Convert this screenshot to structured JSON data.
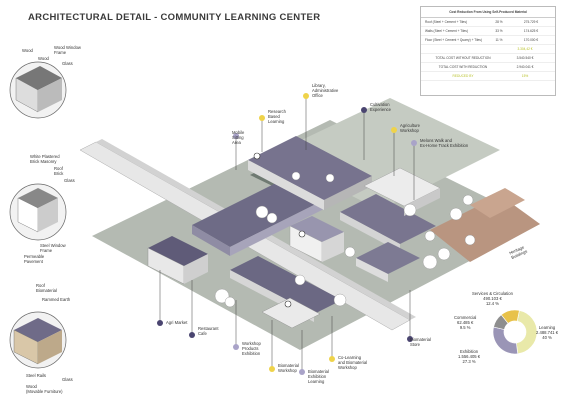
{
  "title": "ARCHITECTURAL DETAIL - COMMUNITY LEARNING CENTER",
  "cost_table": {
    "title": "Cost Reduction From Using Self-Produced Material",
    "rows": [
      {
        "label": "Roof (Steel + Cement + Tiles)",
        "pct": "28 %",
        "value": "275.729 €"
      },
      {
        "label": "Walls (Steel + Cement + Tiles)",
        "pct": "33 %",
        "value": "174.625 €"
      },
      {
        "label": "Floor (Steel + Cement + Quarry) + Tiles)",
        "pct": "11 %",
        "value": "170.000 €"
      }
    ],
    "subtotal_label": "",
    "subtotal_value": "3.304,42 €",
    "total_without_label": "TOTAL COST WITHOUT REDUCTION",
    "total_without_value": "3.540.540 €",
    "total_with_label": "TOTAL COST WITH REDUCTION",
    "total_with_value": "2.940.041 €",
    "reduction_label": "REDUCED BY",
    "reduction_value": "15%"
  },
  "callouts": {
    "wood": "Wood",
    "wood_window_frame": "Wood Window\nFrame",
    "wood2": "Wood",
    "glass": "Glass",
    "white_plastered": "White Plastered\nBrick Masonry",
    "roof_brick": "Roof\nBrick",
    "glass2": "Glass",
    "steel_window_frame": "Steel Window\nFrame",
    "permeable_pavement": "Permeable\nPavement",
    "roof_biomaterial": "Roof\nBiomaterial",
    "rammed_earth": "Rammed Earth",
    "steel_rails": "Steel Rails",
    "glass3": "Glass",
    "wood_movable": "Wood\n(Movable Furniture)"
  },
  "programs": {
    "library": "Library,\nAdministrative\nOffice",
    "research": "Research\nBased\nLearning",
    "mobile": "Mobile\nSitting\nArea",
    "cultivation": "Cultivation\nExperience",
    "agriculture": "Agriculture\nWorkshop",
    "melons": "Melons Walk and\nEx-Home Track Exhibition",
    "agri_market": "Agri Market",
    "restaurant": "Restaurant\nCafe",
    "workshop_products": "Workshop\nProducts\nExhibition",
    "biomaterial_workshop": "Biomaterial\nWorkshop",
    "biomaterial_exhibition": "Biomaterial\nExhibition\nLearning",
    "co_learning": "Co-Learning\nand Biomaterial\nWorkshop",
    "biomaterial_store": "Biomaterial\nStore",
    "heritage": "Heritage\nBuildings"
  },
  "pie": {
    "services": "Services & Circulation\n490.103 €\n12.4 %",
    "commercial": "Commercial\n62.485 €\n9.5 %",
    "exhibition": "Exhibition\n1.556.405 €\n27.3 %",
    "learning": "Learning\n2.488.741 €\n40 %"
  },
  "chart_data": {
    "type": "pie",
    "categories": [
      "Learning",
      "Exhibition",
      "Commercial",
      "Services & Circulation"
    ],
    "values": [
      40,
      27.3,
      9.5,
      12.4
    ],
    "colors": [
      "#e9e9a9",
      "#9a95b6",
      "#8e8e8e",
      "#e8c24a"
    ]
  },
  "colors": {
    "yellow": "#efd34a",
    "purple": "#4a4570",
    "lilac": "#a9a3c8",
    "ground": "#9aa39a",
    "brown": "#b08b73"
  }
}
